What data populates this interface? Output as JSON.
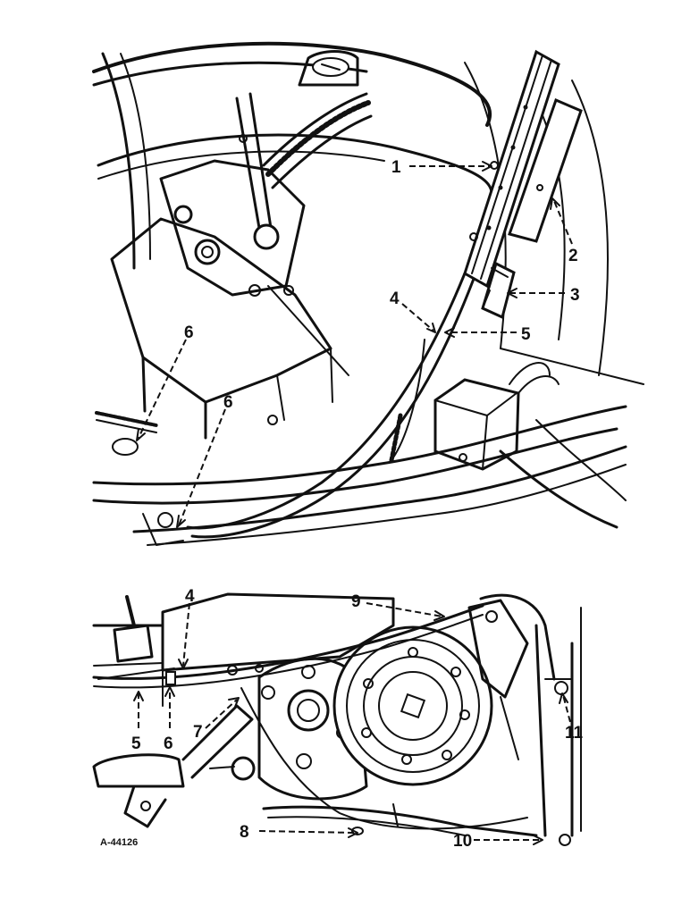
{
  "figures": [
    {
      "id": "upper-view",
      "callouts": [
        {
          "key": "c1",
          "label": "1"
        },
        {
          "key": "c2",
          "label": "2"
        },
        {
          "key": "c3",
          "label": "3"
        },
        {
          "key": "c4",
          "label": "4"
        },
        {
          "key": "c5",
          "label": "5"
        },
        {
          "key": "c6a",
          "label": "6"
        },
        {
          "key": "c6b",
          "label": "6"
        }
      ]
    },
    {
      "id": "lower-view",
      "callouts": [
        {
          "key": "c4",
          "label": "4"
        },
        {
          "key": "c9",
          "label": "9"
        },
        {
          "key": "c5",
          "label": "5"
        },
        {
          "key": "c6",
          "label": "6"
        },
        {
          "key": "c7",
          "label": "7"
        },
        {
          "key": "c11",
          "label": "11"
        },
        {
          "key": "c8",
          "label": "8"
        },
        {
          "key": "c10",
          "label": "10"
        }
      ]
    }
  ],
  "drawing_id": "A-44126",
  "colors": {
    "ink": "#111111",
    "paper": "#ffffff"
  }
}
